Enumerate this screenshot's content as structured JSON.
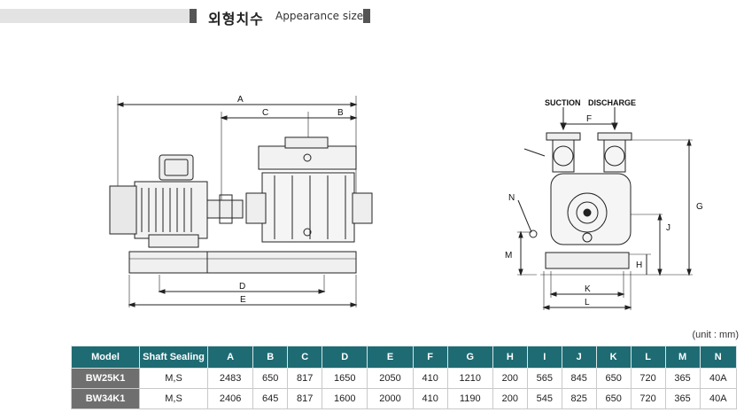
{
  "header": {
    "title_ko": "외형치수",
    "title_en": "Appearance size"
  },
  "side_view": {
    "dims": [
      "A",
      "C",
      "B",
      "D",
      "E"
    ]
  },
  "end_view": {
    "suction_label": "SUCTION",
    "discharge_label": "DISCHARGE",
    "dims": [
      "F",
      "G",
      "J",
      "H",
      "N",
      "M",
      "K",
      "L"
    ]
  },
  "table": {
    "unit": "(unit : mm)",
    "headers": [
      "Model",
      "Shaft Sealing",
      "A",
      "B",
      "C",
      "D",
      "E",
      "F",
      "G",
      "H",
      "I",
      "J",
      "K",
      "L",
      "M",
      "N"
    ],
    "rows": [
      [
        "BW25K1",
        "M,S",
        "2483",
        "650",
        "817",
        "1650",
        "2050",
        "410",
        "1210",
        "200",
        "565",
        "845",
        "650",
        "720",
        "365",
        "40A"
      ],
      [
        "BW34K1",
        "M,S",
        "2406",
        "645",
        "817",
        "1600",
        "2000",
        "410",
        "1190",
        "200",
        "545",
        "825",
        "650",
        "720",
        "365",
        "40A"
      ]
    ]
  },
  "colors": {
    "header_teal": "#1e6b73",
    "model_cell": "#6f6f6f",
    "header_bar": "#555555"
  }
}
